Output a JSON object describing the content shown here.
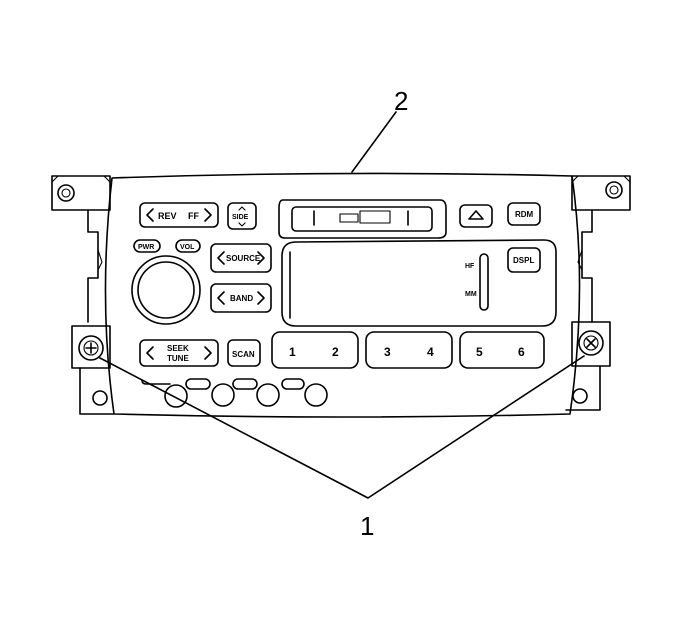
{
  "callouts": {
    "one": "1",
    "two": "2"
  },
  "buttons": {
    "rev": "REV",
    "ff": "FF",
    "side": "SIDE",
    "rdm": "RDM",
    "pwr": "PWR",
    "vol": "VOL",
    "source": "SOURCE",
    "band": "BAND",
    "dspl": "DSPL",
    "seek": "SEEK",
    "tune": "TUNE",
    "scan": "SCAN"
  },
  "display": {
    "hf": "HF",
    "mm": "MM"
  },
  "presets": [
    "1",
    "2",
    "3",
    "4",
    "5",
    "6"
  ]
}
